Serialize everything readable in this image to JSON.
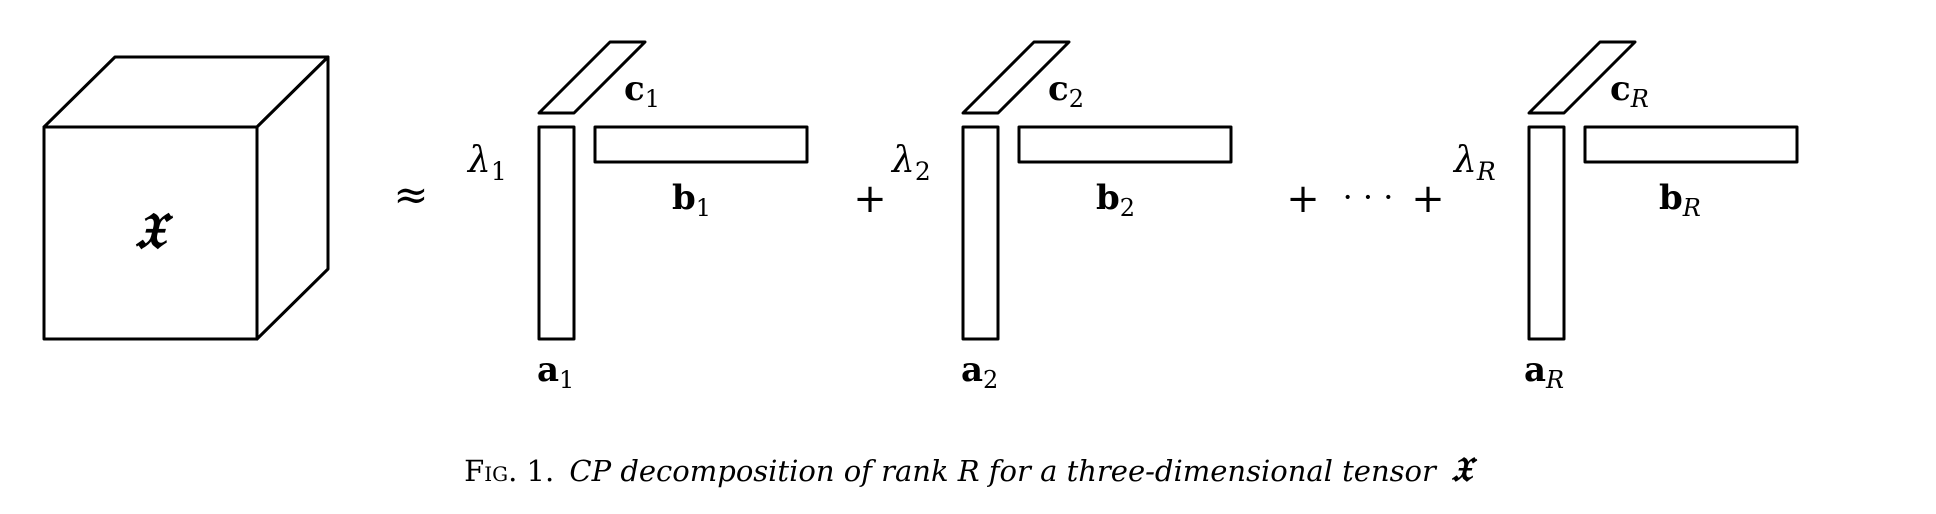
{
  "tensor": {
    "symbol": "𝔛"
  },
  "approx_symbol": "≈",
  "components": [
    {
      "lambda": "λ",
      "lambda_sub": "1",
      "a": "a",
      "a_sub": "1",
      "b": "b",
      "b_sub": "1",
      "c": "c",
      "c_sub": "1"
    },
    {
      "lambda": "λ",
      "lambda_sub": "2",
      "a": "a",
      "a_sub": "2",
      "b": "b",
      "b_sub": "2",
      "c": "c",
      "c_sub": "2"
    },
    {
      "lambda": "λ",
      "lambda_sub": "R",
      "a": "a",
      "a_sub": "R",
      "b": "b",
      "b_sub": "R",
      "c": "c",
      "c_sub": "R"
    }
  ],
  "operators": {
    "plus_1": "+",
    "plus_2": "+",
    "ellipsis": "· · ·",
    "plus_3": "+"
  },
  "caption": {
    "prefix": "Fig. 1.",
    "text": "CP decomposition of rank R for a three-dimensional tensor",
    "symbol": "𝔛"
  }
}
